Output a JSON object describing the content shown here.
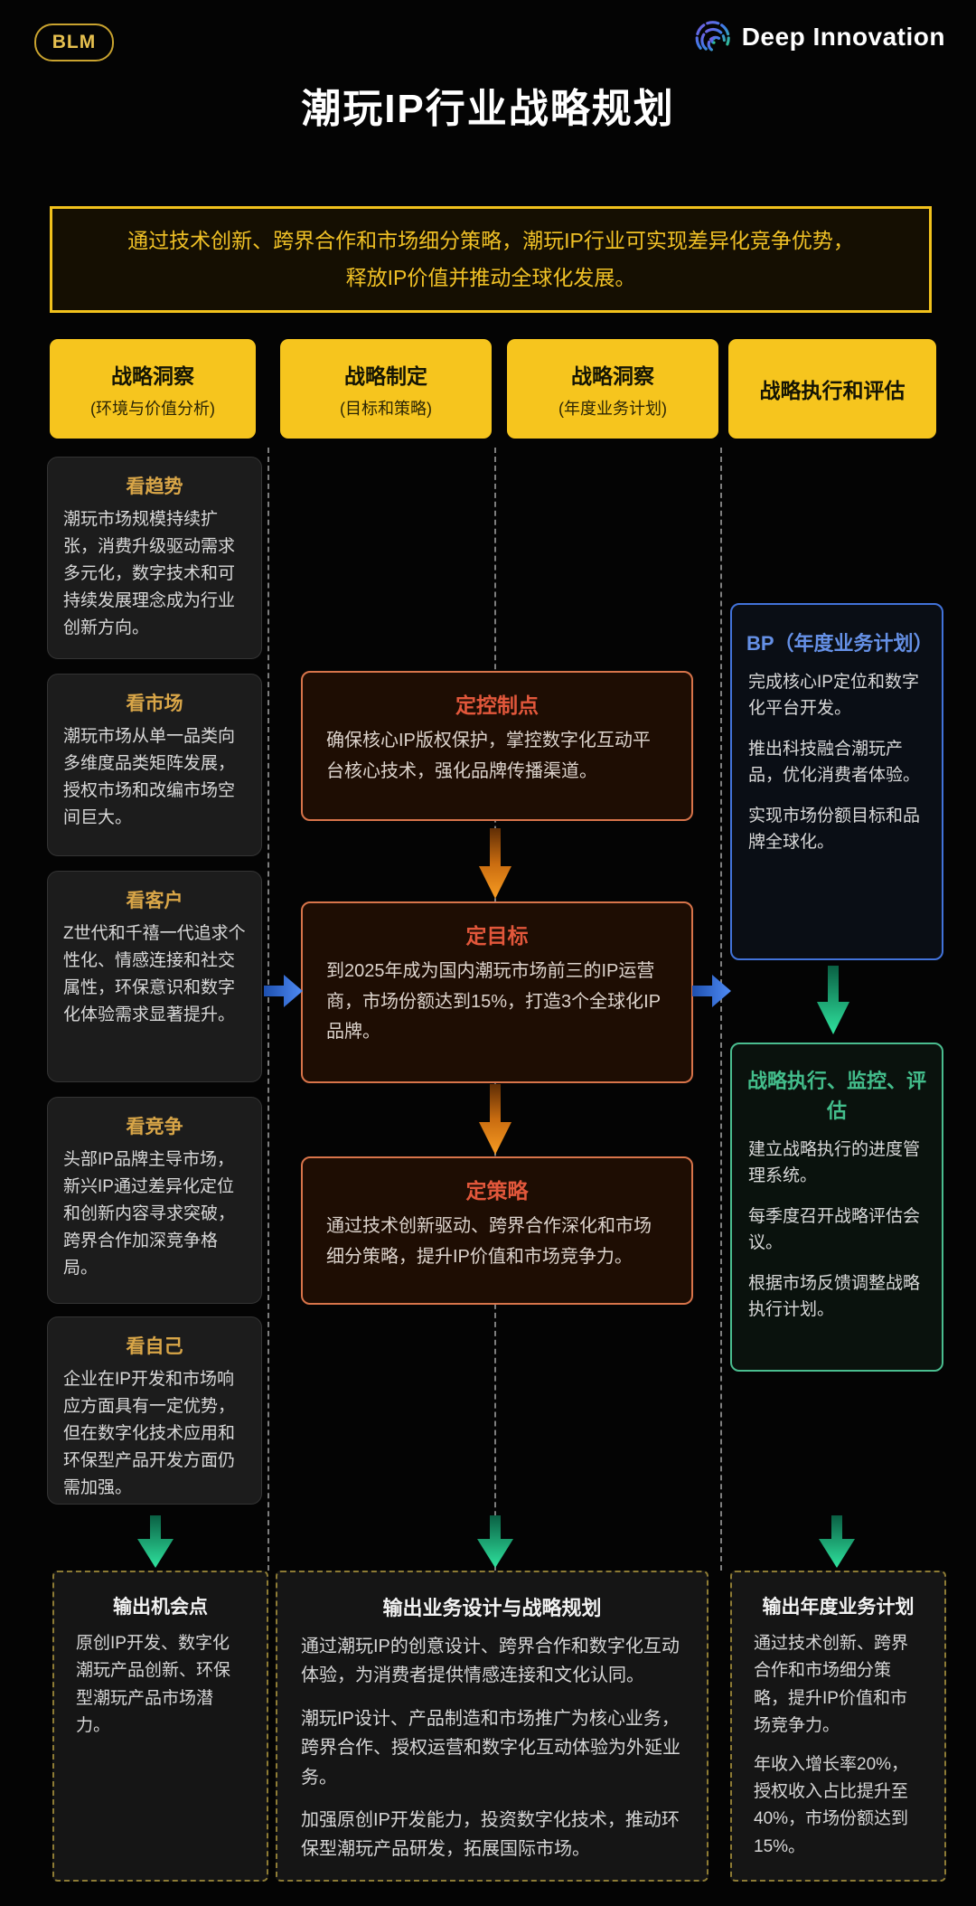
{
  "badge": "BLM",
  "brand": {
    "name": "Deep Innovation",
    "icon": "fingerprint-icon"
  },
  "title": "潮玩IP行业战略规划",
  "summary": "通过技术创新、跨界合作和市场细分策略，潮玩IP行业可实现差异化竞争优势，释放IP价值并推动全球化发展。",
  "headers": [
    {
      "title": "战略洞察",
      "subtitle": "(环境与价值分析)"
    },
    {
      "title": "战略制定",
      "subtitle": "(目标和策略)"
    },
    {
      "title": "战略洞察",
      "subtitle": "(年度业务计划)"
    },
    {
      "title": "战略执行和评估",
      "subtitle": ""
    }
  ],
  "insights": [
    {
      "title": "看趋势",
      "body": "潮玩市场规模持续扩张，消费升级驱动需求多元化，数字技术和可持续发展理念成为行业创新方向。"
    },
    {
      "title": "看市场",
      "body": "潮玩市场从单一品类向多维度品类矩阵发展，授权市场和改编市场空间巨大。"
    },
    {
      "title": "看客户",
      "body": "Z世代和千禧一代追求个性化、情感连接和社交属性，环保意识和数字化体验需求显著提升。"
    },
    {
      "title": "看竞争",
      "body": "头部IP品牌主导市场，新兴IP通过差异化定位和创新内容寻求突破，跨界合作加深竞争格局。"
    },
    {
      "title": "看自己",
      "body": "企业在IP开发和市场响应方面具有一定优势，但在数字化技术应用和环保型产品开发方面仍需加强。"
    }
  ],
  "strategies": [
    {
      "title": "定控制点",
      "body": "确保核心IP版权保护，掌控数字化互动平台核心技术，强化品牌传播渠道。"
    },
    {
      "title": "定目标",
      "body": "到2025年成为国内潮玩市场前三的IP运营商，市场份额达到15%，打造3个全球化IP品牌。"
    },
    {
      "title": "定策略",
      "body": "通过技术创新驱动、跨界合作深化和市场细分策略，提升IP价值和市场竞争力。"
    }
  ],
  "bp_card": {
    "title": "BP（年度业务计划）",
    "paragraphs": [
      "完成核心IP定位和数字化平台开发。",
      "推出科技融合潮玩产品，优化消费者体验。",
      "实现市场份额目标和品牌全球化。"
    ]
  },
  "execution_card": {
    "title": "战略执行、监控、评估",
    "paragraphs": [
      "建立战略执行的进度管理系统。",
      "每季度召开战略评估会议。",
      "根据市场反馈调整战略执行计划。"
    ]
  },
  "output_cards": [
    {
      "title": "输出机会点",
      "paragraphs": [
        "原创IP开发、数字化潮玩产品创新、环保型潮玩产品市场潜力。"
      ]
    },
    {
      "title": "输出业务设计与战略规划",
      "paragraphs": [
        "通过潮玩IP的创意设计、跨界合作和数字化互动体验，为消费者提供情感连接和文化认同。",
        "潮玩IP设计、产品制造和市场推广为核心业务，跨界合作、授权运营和数字化互动体验为外延业务。",
        "加强原创IP开发能力，投资数字化技术，推动环保型潮玩产品研发，拓展国际市场。"
      ]
    },
    {
      "title": "输出年度业务计划",
      "paragraphs": [
        "通过技术创新、跨界合作和市场细分策略，提升IP价值和市场竞争力。",
        "年收入增长率20%，授权收入占比提升至40%，市场份额达到15%。"
      ]
    }
  ],
  "colors": {
    "background": "#040404",
    "accent_yellow": "#f6c51e",
    "gold_text": "#d9a648",
    "orange_border": "#d8744a",
    "orange_title": "#e2573b",
    "blue_border": "#4273da",
    "blue_title": "#6590e6",
    "green_border": "#4abd8f",
    "green_title": "#43bd8b",
    "dashed_olive": "#8d7b35",
    "arrow_blue": "#3f7be8",
    "arrow_orange": "#f09122",
    "arrow_green": "#2fe39e"
  }
}
